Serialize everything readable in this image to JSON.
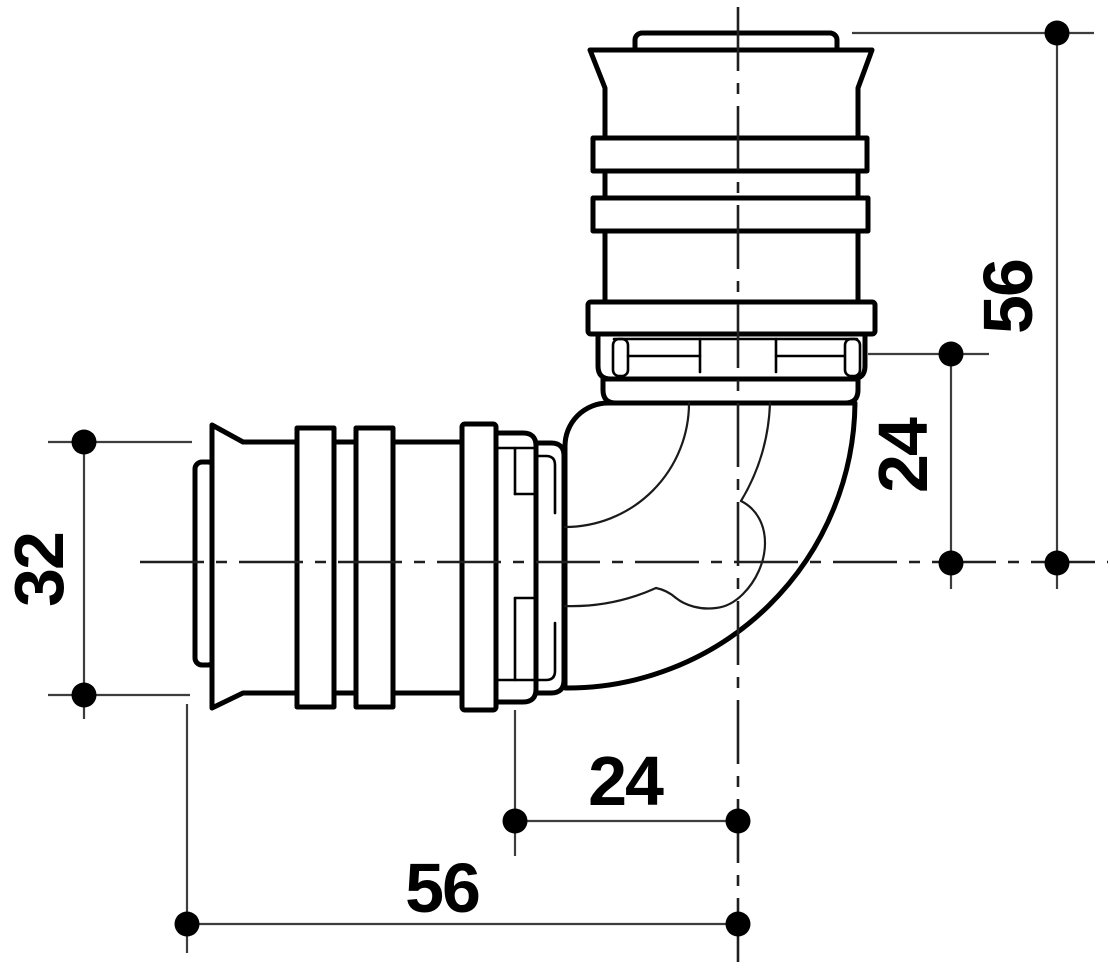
{
  "drawing": {
    "type": "technical-dimension-drawing",
    "subject": "90-degree elbow press fitting, side view",
    "colors": {
      "background": "#ffffff",
      "part_outline": "#000000",
      "dimension_lines": "#3d3d3d",
      "text": "#000000"
    },
    "dimensions": {
      "left_height": {
        "label": "32",
        "value": 32,
        "orientation": "vertical"
      },
      "right_total_height": {
        "label": "56",
        "value": 56,
        "orientation": "vertical"
      },
      "right_offset": {
        "label": "24",
        "value": 24,
        "orientation": "vertical"
      },
      "bottom_offset": {
        "label": "24",
        "value": 24,
        "orientation": "horizontal"
      },
      "bottom_total_width": {
        "label": "56",
        "value": 56,
        "orientation": "horizontal"
      }
    }
  }
}
